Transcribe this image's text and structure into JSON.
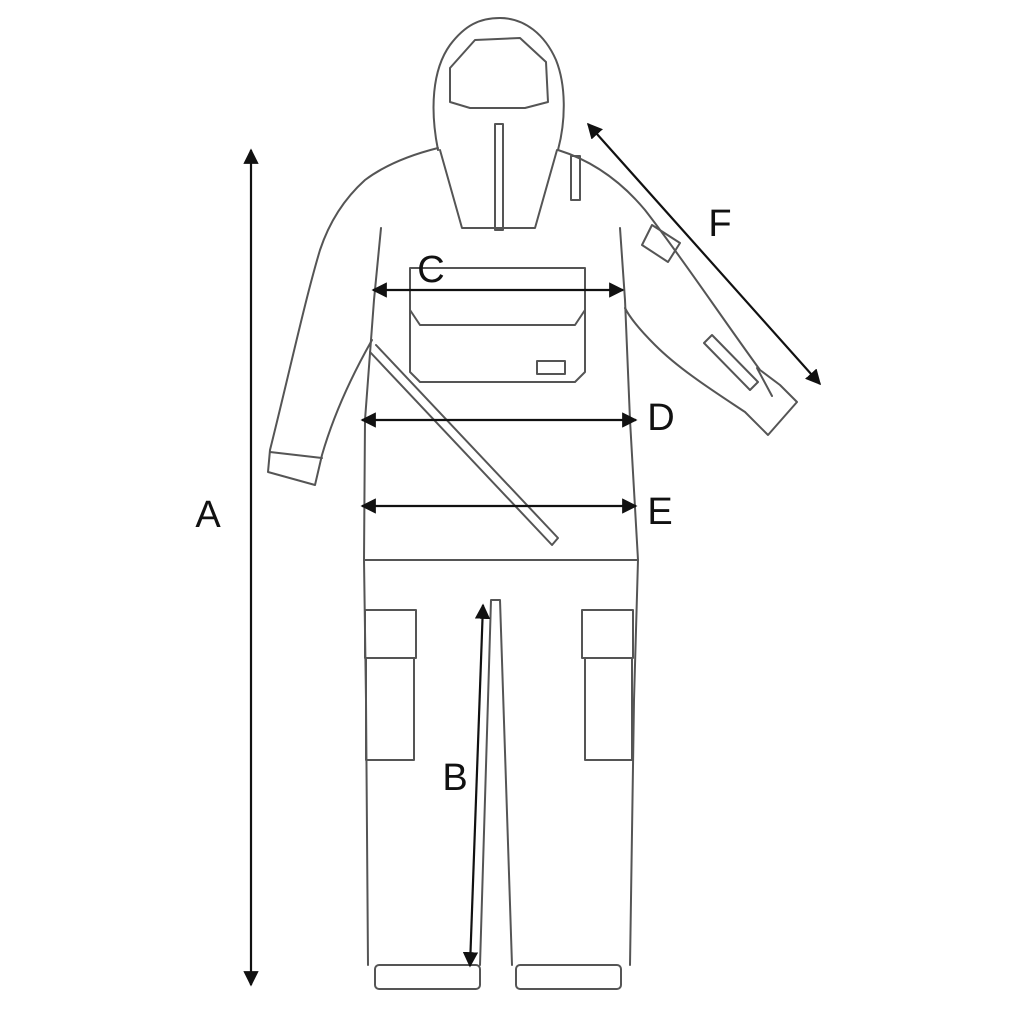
{
  "diagram": {
    "measurements": [
      {
        "id": "A",
        "label": "A"
      },
      {
        "id": "B",
        "label": "B"
      },
      {
        "id": "C",
        "label": "C"
      },
      {
        "id": "D",
        "label": "D"
      },
      {
        "id": "E",
        "label": "E"
      },
      {
        "id": "F",
        "label": "F"
      }
    ],
    "colors": {
      "outline": "#555555",
      "arrows": "#111111",
      "background": "#ffffff"
    }
  }
}
